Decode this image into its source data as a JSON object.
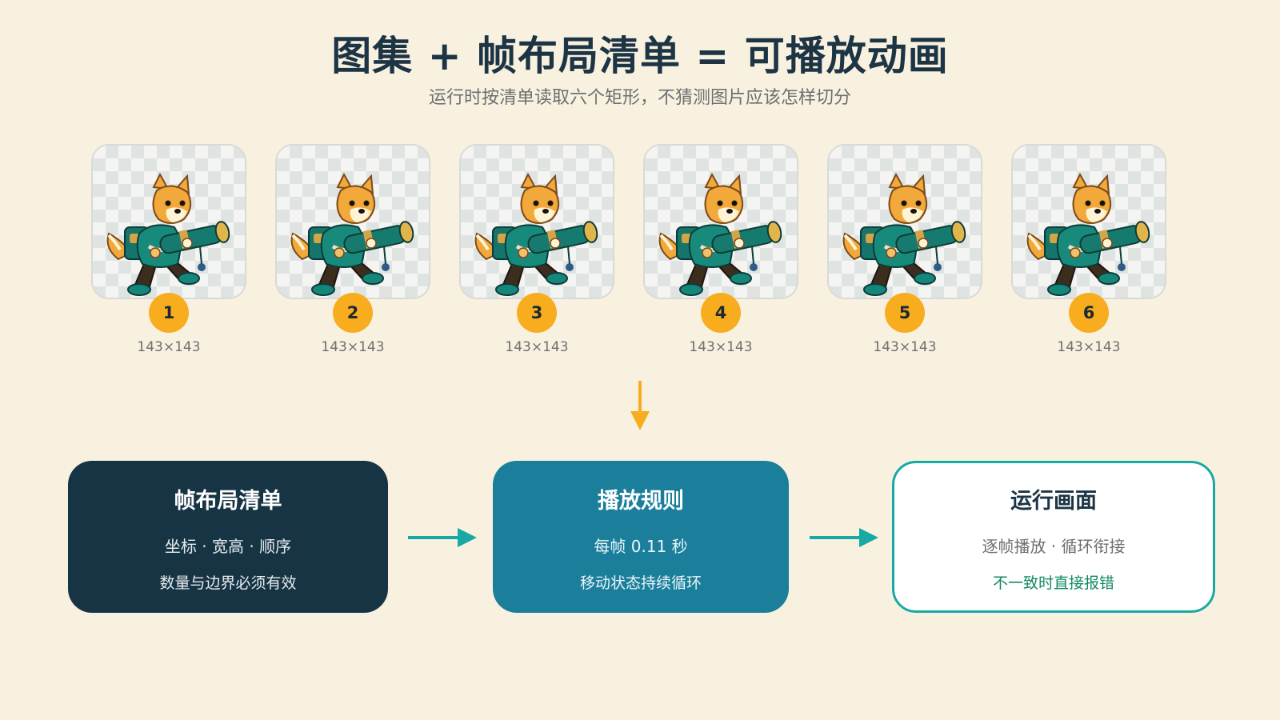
{
  "header": {
    "title": "图集 + 帧布局清单 = 可播放动画",
    "subtitle": "运行时按清单读取六个矩形，不猜测图片应该怎样切分"
  },
  "frames": [
    {
      "index": "1",
      "size": "143×143"
    },
    {
      "index": "2",
      "size": "143×143"
    },
    {
      "index": "3",
      "size": "143×143"
    },
    {
      "index": "4",
      "size": "143×143"
    },
    {
      "index": "5",
      "size": "143×143"
    },
    {
      "index": "6",
      "size": "143×143"
    }
  ],
  "boxes": {
    "manifest": {
      "title": "帧布局清单",
      "line1": "坐标 · 宽高 · 顺序",
      "line2": "数量与边界必须有效"
    },
    "playback": {
      "title": "播放规则",
      "line1": "每帧 0.11 秒",
      "line2": "移动状态持续循环"
    },
    "runtime": {
      "title": "运行画面",
      "line1": "逐帧播放 · 循环衔接",
      "line2": "不一致时直接报错"
    }
  },
  "colors": {
    "background": "#f9f1e0",
    "title": "#1c3444",
    "badge": "#f8ad1f",
    "manifest_box": "#173445",
    "playback_box": "#1b7f9c",
    "runtime_border": "#17a9a4",
    "error_text": "#128a5f",
    "arrow_down": "#f8ad1f",
    "arrow_right": "#17a9a4"
  },
  "icons": [
    "corgi-sprite-icon",
    "arrow-down-icon",
    "arrow-right-icon"
  ]
}
